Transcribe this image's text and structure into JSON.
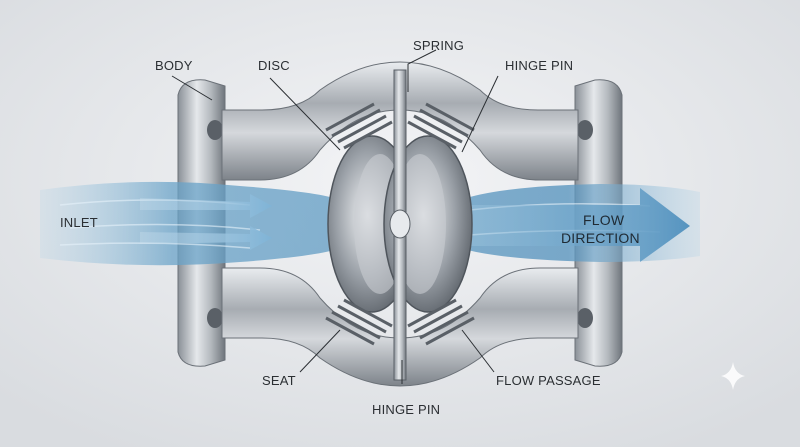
{
  "labels": {
    "body": "BODY",
    "disc": "DISC",
    "spring": "SPRING",
    "hinge_pin_top": "HINGE PIN",
    "inlet": "INLET",
    "flow_direction_line1": "FLOW",
    "flow_direction_line2": "DIRECTION",
    "seat": "SEAT",
    "hinge_pin_bottom": "HINGE PIN",
    "flow_passage": "FLOW PASSAGE"
  }
}
